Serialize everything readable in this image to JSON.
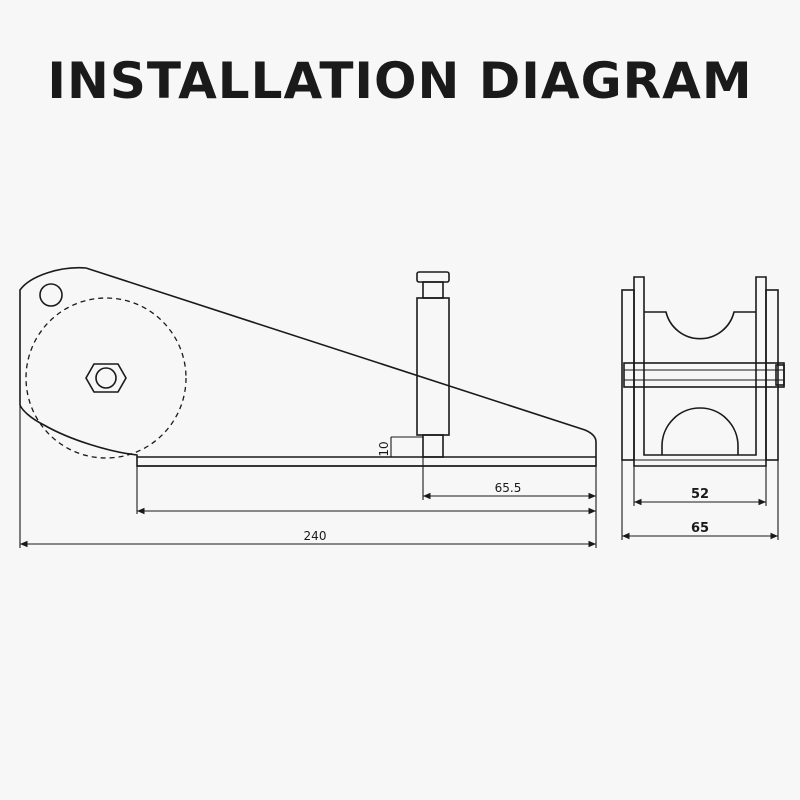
{
  "title": "INSTALLATION DIAGRAM",
  "side_view": {
    "dim_pin_offset": "65.5",
    "dim_overall_length": "240",
    "dim_small_gap": "10"
  },
  "end_view": {
    "dim_inner_width": "52",
    "dim_outer_width": "65"
  },
  "icons": [
    "hex-nut-icon",
    "mounting-hole-icon"
  ]
}
